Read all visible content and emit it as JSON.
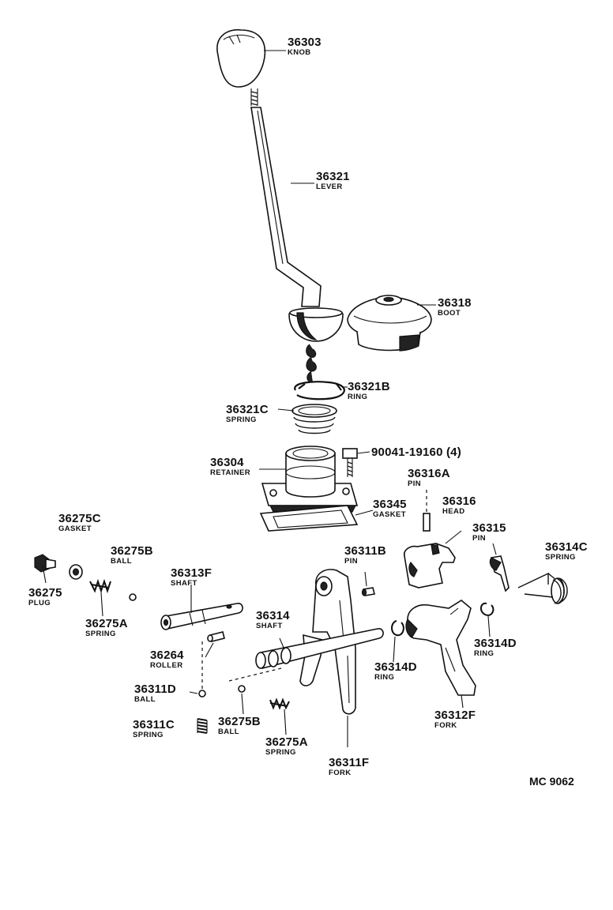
{
  "parts": [
    {
      "id": "knob",
      "number": "36303",
      "name": "KNOB"
    },
    {
      "id": "lever",
      "number": "36321",
      "name": "LEVER"
    },
    {
      "id": "boot",
      "number": "36318",
      "name": "BOOT"
    },
    {
      "id": "ring-lever",
      "number": "36321B",
      "name": "RING"
    },
    {
      "id": "spring-lever",
      "number": "36321C",
      "name": "SPRING"
    },
    {
      "id": "retainer",
      "number": "36304",
      "name": "RETAINER"
    },
    {
      "id": "bolt",
      "number": "90041-19160 (4)",
      "name": ""
    },
    {
      "id": "gasket-retainer",
      "number": "36345",
      "name": "GASKET"
    },
    {
      "id": "pin-head",
      "number": "36316A",
      "name": "PIN"
    },
    {
      "id": "head",
      "number": "36316",
      "name": "HEAD"
    },
    {
      "id": "pin-spring",
      "number": "36315",
      "name": "PIN"
    },
    {
      "id": "spring-torsion",
      "number": "36314C",
      "name": "SPRING"
    },
    {
      "id": "gasket-plug",
      "number": "36275C",
      "name": "GASKET"
    },
    {
      "id": "ball-plug",
      "number": "36275B",
      "name": "BALL"
    },
    {
      "id": "plug",
      "number": "36275",
      "name": "PLUG"
    },
    {
      "id": "spring-plug",
      "number": "36275A",
      "name": "SPRING"
    },
    {
      "id": "shaft-f",
      "number": "36313F",
      "name": "SHAFT"
    },
    {
      "id": "pin-fork",
      "number": "36311B",
      "name": "PIN"
    },
    {
      "id": "shaft",
      "number": "36314",
      "name": "SHAFT"
    },
    {
      "id": "roller",
      "number": "36264",
      "name": "ROLLER"
    },
    {
      "id": "ball-d",
      "number": "36311D",
      "name": "BALL"
    },
    {
      "id": "ring-d-left",
      "number": "36314D",
      "name": "RING"
    },
    {
      "id": "ring-d-right",
      "number": "36314D",
      "name": "RING"
    },
    {
      "id": "fork-f",
      "number": "36312F",
      "name": "FORK"
    },
    {
      "id": "spring-c",
      "number": "36311C",
      "name": "SPRING"
    },
    {
      "id": "ball-b2",
      "number": "36275B",
      "name": "BALL"
    },
    {
      "id": "spring-a2",
      "number": "36275A",
      "name": "SPRING"
    },
    {
      "id": "fork",
      "number": "36311F",
      "name": "FORK"
    }
  ],
  "diagram_code": "MC 9062"
}
